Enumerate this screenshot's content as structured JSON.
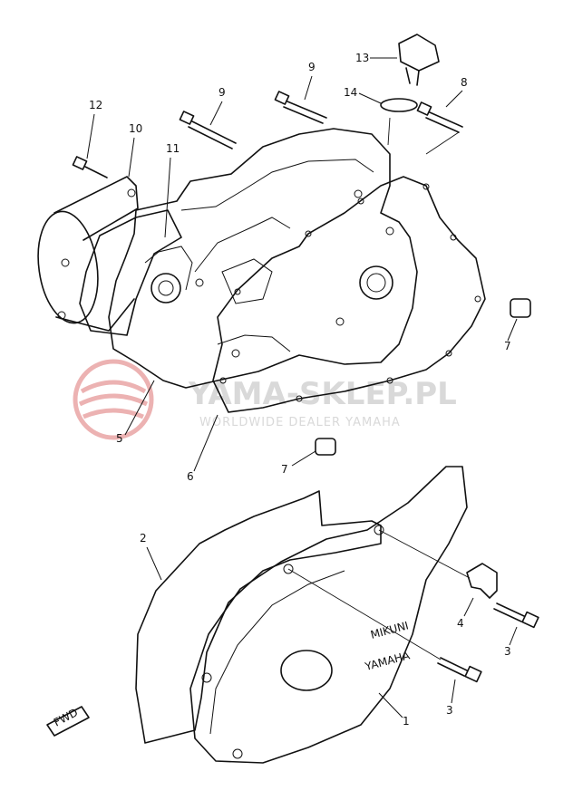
{
  "watermark": {
    "brand": "YAMA-SKLEP.PL",
    "tagline": "WORLDWIDE DEALER YAMAHA",
    "logo_color": "#e8a0a0",
    "text_color": "#d9d9d9"
  },
  "cover_stamp": [
    "MIKUNI",
    "YAMAHA"
  ],
  "fwd_tag": "FWD",
  "callouts": [
    {
      "id": "c13",
      "text": "13"
    },
    {
      "id": "c9a",
      "text": "9"
    },
    {
      "id": "c8",
      "text": "8"
    },
    {
      "id": "c14",
      "text": "14"
    },
    {
      "id": "c9b",
      "text": "9"
    },
    {
      "id": "c12",
      "text": "12"
    },
    {
      "id": "c10",
      "text": "10"
    },
    {
      "id": "c11",
      "text": "11"
    },
    {
      "id": "c7a",
      "text": "7"
    },
    {
      "id": "c5",
      "text": "5"
    },
    {
      "id": "c6",
      "text": "6"
    },
    {
      "id": "c7b",
      "text": "7"
    },
    {
      "id": "c2",
      "text": "2"
    },
    {
      "id": "c4",
      "text": "4"
    },
    {
      "id": "c3a",
      "text": "3"
    },
    {
      "id": "c3b",
      "text": "3"
    },
    {
      "id": "c1",
      "text": "1"
    }
  ]
}
